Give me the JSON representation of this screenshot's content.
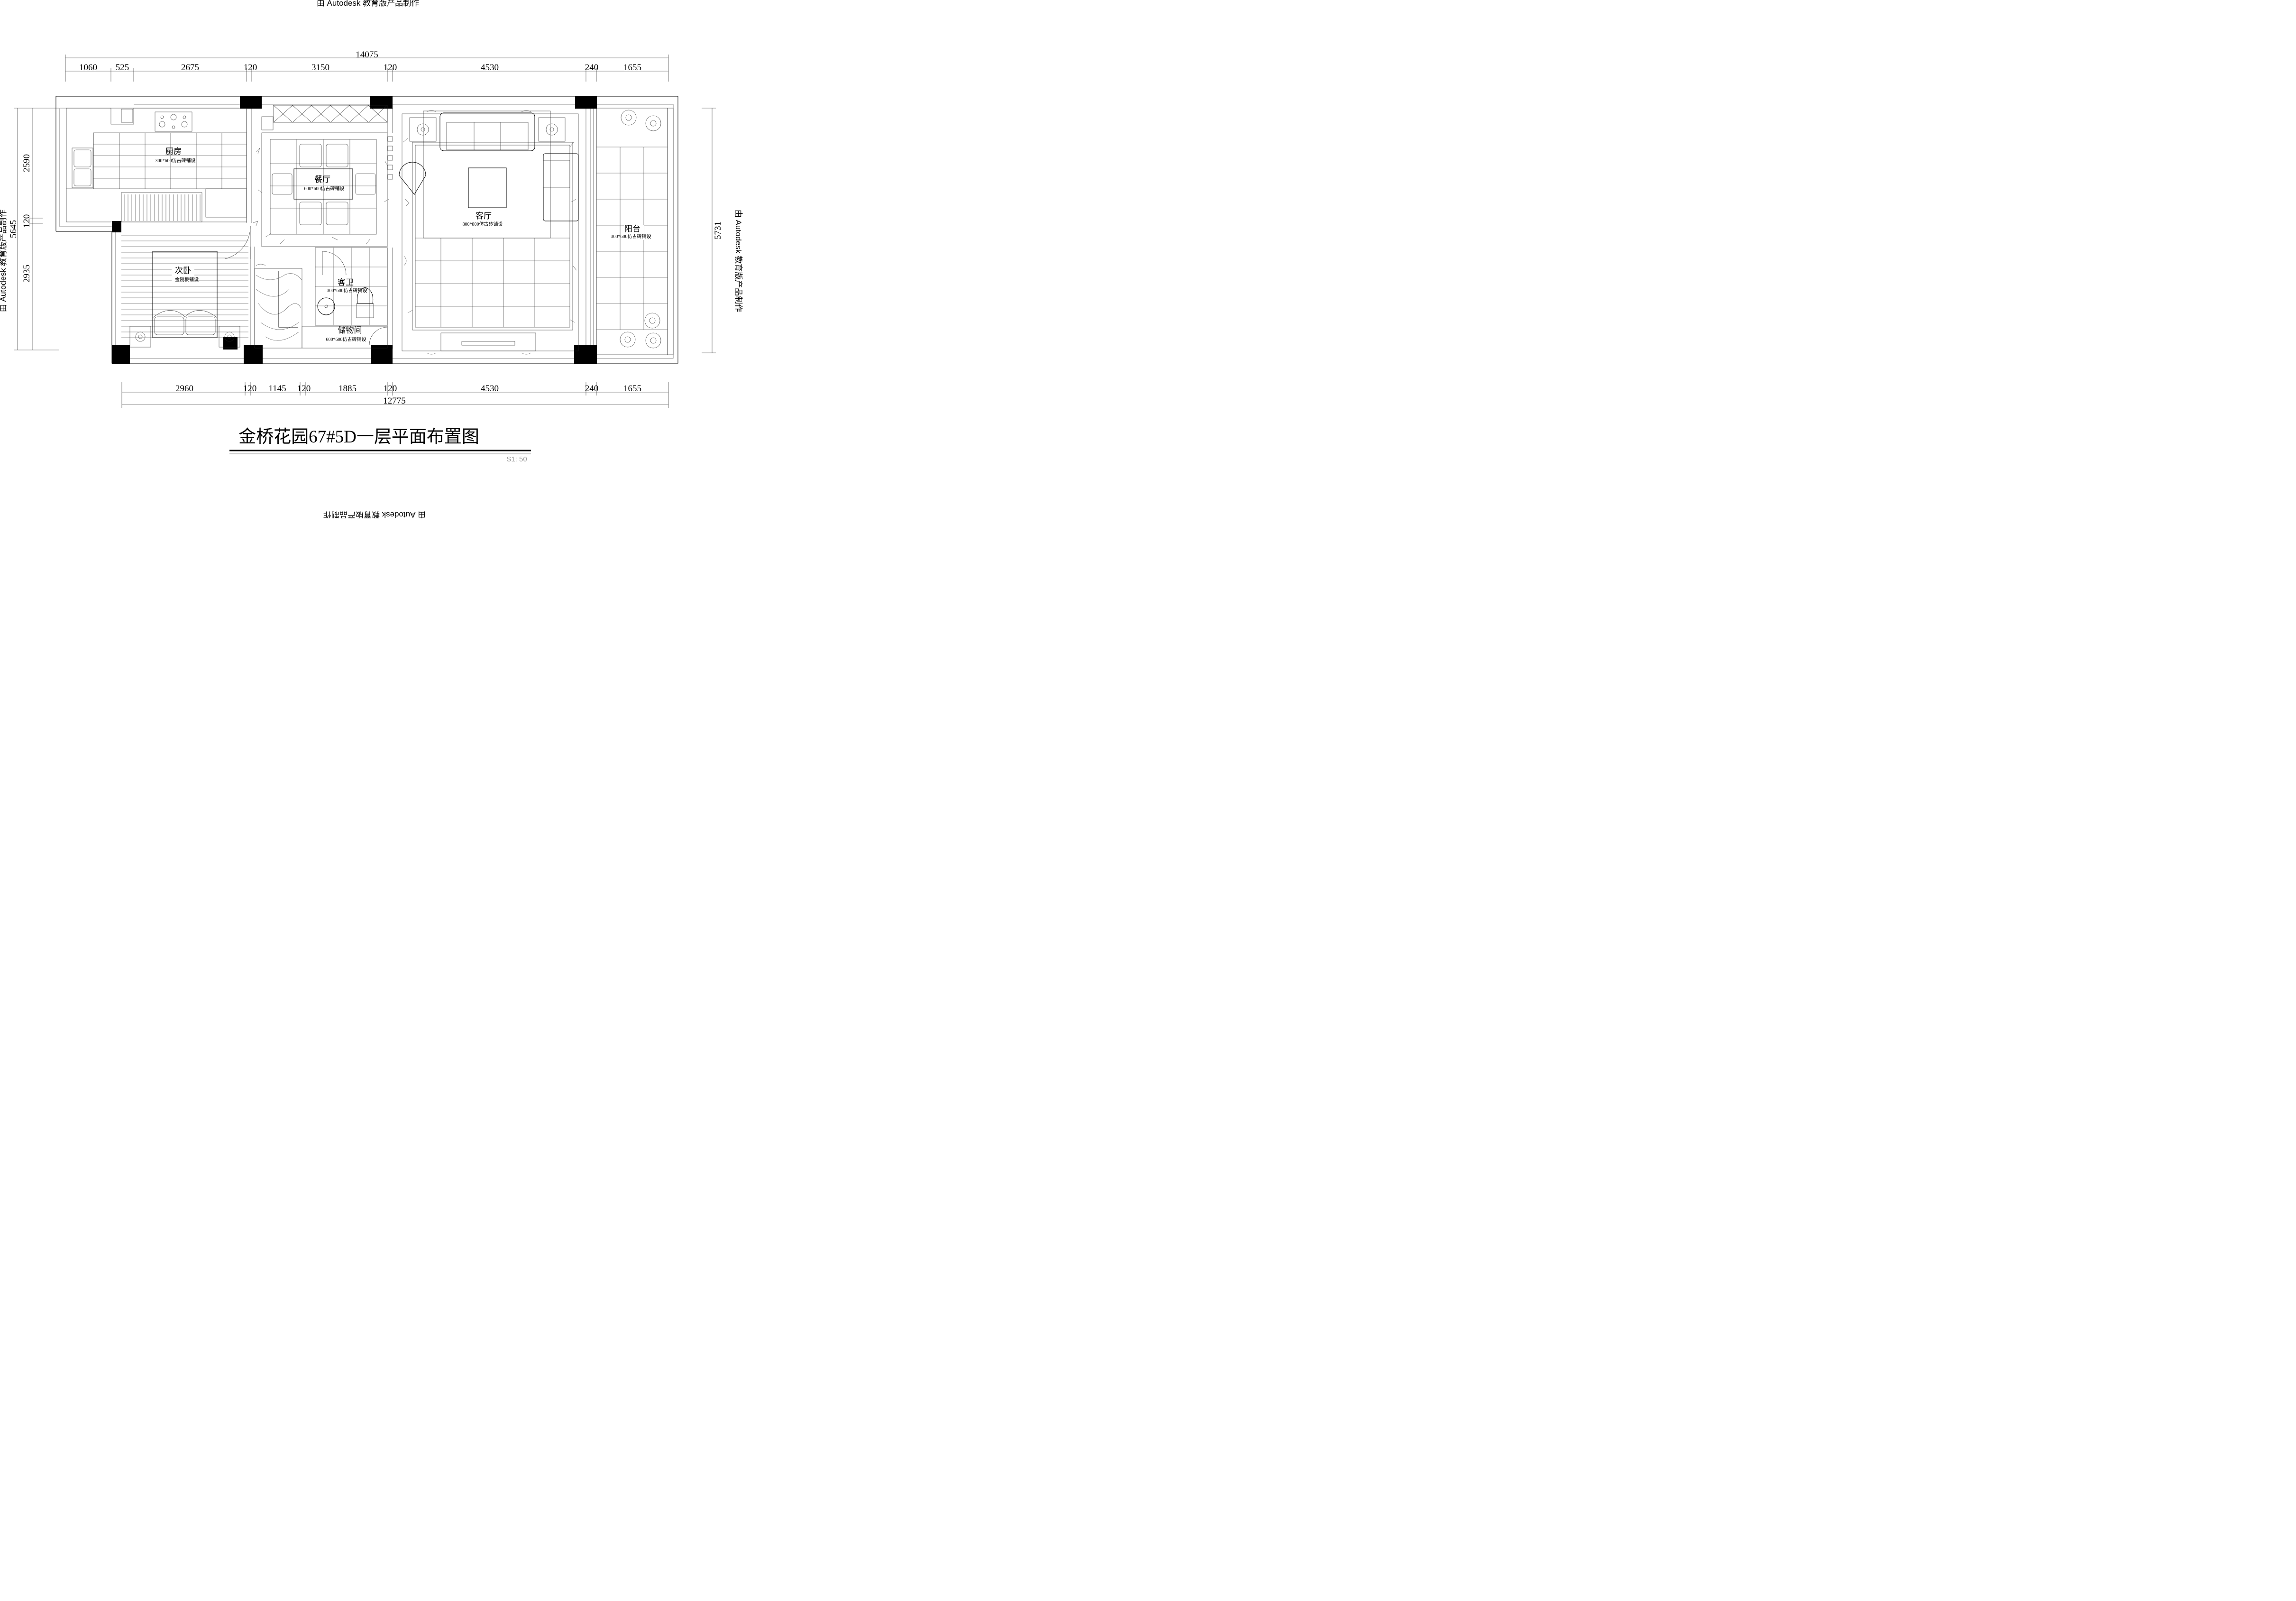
{
  "watermark": {
    "text": "由 Autodesk 教育版产品制作"
  },
  "title": "金桥花园67#5D一层平面布置图",
  "scale": "S1: 50",
  "dimensions": {
    "top_total": "14075",
    "top": [
      "1060",
      "525",
      "2675",
      "120",
      "3150",
      "120",
      "4530",
      "240",
      "1655"
    ],
    "bottom": [
      "2960",
      "120",
      "1145",
      "120",
      "1885",
      "120",
      "4530",
      "240",
      "1655"
    ],
    "bottom_total": "12775",
    "left": [
      "2590",
      "120",
      "2935"
    ],
    "left_total": "5645",
    "right_total": "5731"
  },
  "rooms": {
    "kitchen": {
      "name": "厨房",
      "floor": "300*600仿古砖铺设"
    },
    "dining": {
      "name": "餐厅",
      "floor": "600*600仿古砖铺设"
    },
    "living": {
      "name": "客厅",
      "floor": "800*800仿古砖铺设"
    },
    "balcony": {
      "name": "阳台",
      "floor": "300*600仿古砖铺设"
    },
    "bedroom": {
      "name": "次卧",
      "floor": "金刚板铺设"
    },
    "bathroom": {
      "name": "客卫",
      "floor": "300*600仿古砖铺设"
    },
    "storage": {
      "name": "储物间",
      "floor": "600*600仿古砖铺设"
    }
  }
}
